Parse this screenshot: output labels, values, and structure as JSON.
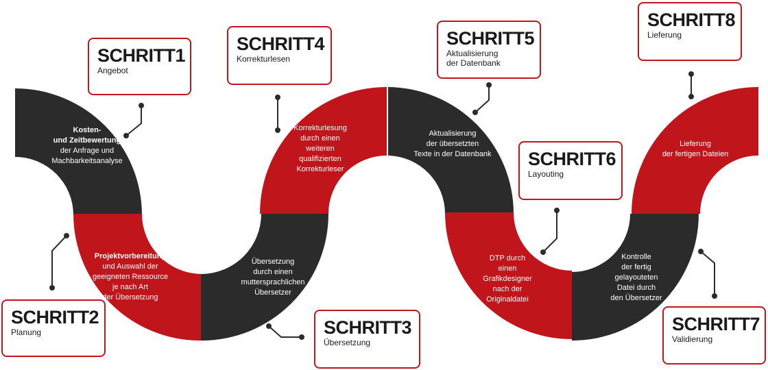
{
  "colors": {
    "dark": "#2b2b2b",
    "red": "#c0161b",
    "border": "#c0161b",
    "connector": "#2b2b2b"
  },
  "steps": [
    {
      "id": "1",
      "title": "SCHRITT1",
      "subtitle": [
        "Angebot"
      ],
      "segment_color": "dark",
      "segment_text": [
        {
          "text": "Kosten-",
          "bold": true
        },
        {
          "text": "und Zeitbewertung",
          "bold": true
        },
        {
          "text": "der Anfrage und",
          "bold": false
        },
        {
          "text": "Machbarkeitsanalyse",
          "bold": false
        }
      ]
    },
    {
      "id": "2",
      "title": "SCHRITT2",
      "subtitle": [
        "Planung"
      ],
      "segment_color": "red",
      "segment_text": [
        {
          "text": "Projektvorbereitung",
          "bold": true
        },
        {
          "text": "und Auswahl der",
          "bold": false
        },
        {
          "text": "geeigneten Ressource",
          "bold": false
        },
        {
          "text": "je nach Art",
          "bold": false
        },
        {
          "text": "der Übersetzung",
          "bold": false
        }
      ]
    },
    {
      "id": "3",
      "title": "SCHRITT3",
      "subtitle": [
        "Übersetzung"
      ],
      "segment_color": "dark",
      "segment_text": [
        {
          "text": "Übersetzung",
          "bold": false
        },
        {
          "text": "durch einen",
          "bold": false
        },
        {
          "text": "muttersprachlichen",
          "bold": false
        },
        {
          "text": "Übersetzer",
          "bold": false
        }
      ]
    },
    {
      "id": "4",
      "title": "SCHRITT4",
      "subtitle": [
        "Korrekturlesen"
      ],
      "segment_color": "red",
      "segment_text": [
        {
          "text": "Korrekturlesung",
          "bold": false
        },
        {
          "text": "durch einen",
          "bold": false
        },
        {
          "text": "weiteren",
          "bold": false
        },
        {
          "text": "qualifizierten",
          "bold": false
        },
        {
          "text": "Korrekturleser",
          "bold": false
        }
      ]
    },
    {
      "id": "5",
      "title": "SCHRITT5",
      "subtitle": [
        "Aktualisierung",
        "der Datenbank"
      ],
      "segment_color": "dark",
      "segment_text": [
        {
          "text": "Aktualisierung",
          "bold": false
        },
        {
          "text": "der übersetzten",
          "bold": false
        },
        {
          "text": "Texte in der Datenbank",
          "bold": false
        }
      ]
    },
    {
      "id": "6",
      "title": "SCHRITT6",
      "subtitle": [
        "Layouting"
      ],
      "segment_color": "red",
      "segment_text": [
        {
          "text": "DTP durch",
          "bold": false
        },
        {
          "text": "einen",
          "bold": false
        },
        {
          "text": "Grafikdesigner",
          "bold": false
        },
        {
          "text": "nach der",
          "bold": false
        },
        {
          "text": "Originaldatei",
          "bold": false
        }
      ]
    },
    {
      "id": "7",
      "title": "SCHRITT7",
      "subtitle": [
        "Validierung"
      ],
      "segment_color": "dark",
      "segment_text": [
        {
          "text": "Kontrolle",
          "bold": false
        },
        {
          "text": "der fertig",
          "bold": false
        },
        {
          "text": "gelayouteten",
          "bold": false
        },
        {
          "text": "Datei durch",
          "bold": false
        },
        {
          "text": "den Übersetzer",
          "bold": false
        }
      ]
    },
    {
      "id": "8",
      "title": "SCHRITT8",
      "subtitle": [
        "Lieferung"
      ],
      "segment_color": "red",
      "segment_text": [
        {
          "text": "Lieferung",
          "bold": false
        },
        {
          "text": "der fertigen Dateien",
          "bold": false
        }
      ]
    }
  ]
}
